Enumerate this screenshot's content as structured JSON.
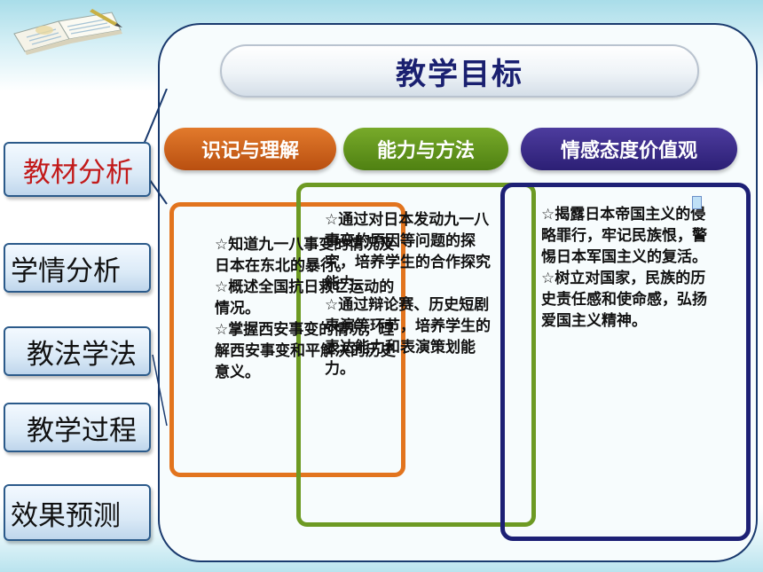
{
  "title": "教学目标",
  "tabs": {
    "knowledge": "识记与理解",
    "ability": "能力与方法",
    "emotion": "情感态度价值观"
  },
  "sidebar": {
    "items": [
      {
        "label": "教材分析"
      },
      {
        "label": "学情分析"
      },
      {
        "label": "教法学法"
      },
      {
        "label": "教学过程"
      },
      {
        "label": "效果预测"
      }
    ]
  },
  "content": {
    "knowledge": [
      "☆知道九一八事变的情况及日本在东北的暴行。",
      "☆概述全国抗日救亡运动的情况。",
      "☆掌握西安事变的情况，理解西安事变和平解决的历史意义。"
    ],
    "ability": [
      "☆通过对日本发动九一八事变的原因等问题的探究，培养学生的合作探究能力。",
      "☆通过辩论赛、历史短剧表演等环节，培养学生的表达能力和表演策划能力。"
    ],
    "emotion": [
      "☆揭露日本帝国主义的侵略罪行，牢记民族恨，警惕日本军国主义的复活。",
      "☆树立对国家，民族的历史责任感和使命感，弘扬爱国主义精神。"
    ]
  },
  "colors": {
    "accent_orange": "#e2741e",
    "accent_green": "#6d9a23",
    "accent_navy": "#1d2075",
    "title_text": "#1a2070",
    "active_sidebar_text": "#c21a1a"
  },
  "icons": [
    "open-book-icon"
  ]
}
